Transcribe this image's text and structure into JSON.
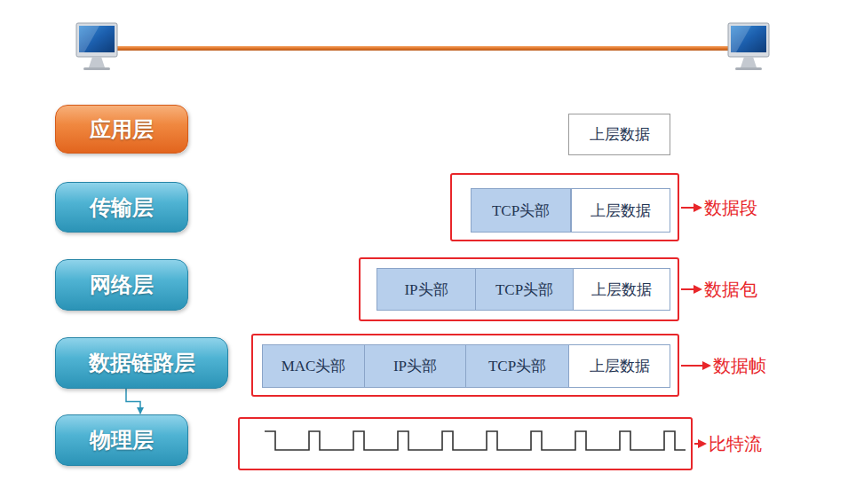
{
  "diagram": {
    "nodes": [
      {
        "text": [
          "应用层"
        ]
      },
      {
        "text": [
          "上层数据"
        ]
      },
      {
        "text": [
          "传输层"
        ]
      },
      {
        "text": [
          "数据段"
        ]
      },
      {
        "text": [
          "TCP头部"
        ],
        "in": 3
      },
      {
        "text": [
          "上层数据"
        ],
        "in": 3
      },
      {
        "text": [
          "网络层"
        ]
      },
      {
        "text": [
          "数据包"
        ]
      },
      {
        "text": [
          "IP头部"
        ],
        "in": 7
      },
      {
        "text": [
          "TCP头部"
        ],
        "in": 7
      },
      {
        "text": [
          "上层数据"
        ],
        "in": 7
      },
      {
        "text": [
          "数据链路层"
        ]
      },
      {
        "text": [
          "数据帧"
        ]
      },
      {
        "text": [
          "MAC头部"
        ],
        "in": 12
      },
      {
        "text": [
          "IP头部"
        ],
        "in": 12
      },
      {
        "text": [
          "TCP头部"
        ],
        "in": 12
      },
      {
        "text": [
          "上层数据"
        ],
        "in": 12
      },
      {
        "text": [
          "物理层"
        ]
      },
      {
        "text": [
          "比特流"
        ]
      }
    ],
    "edges": [
      {
        "from": 11,
        "to": 17,
        "arrow": "to"
      }
    ]
  }
}
